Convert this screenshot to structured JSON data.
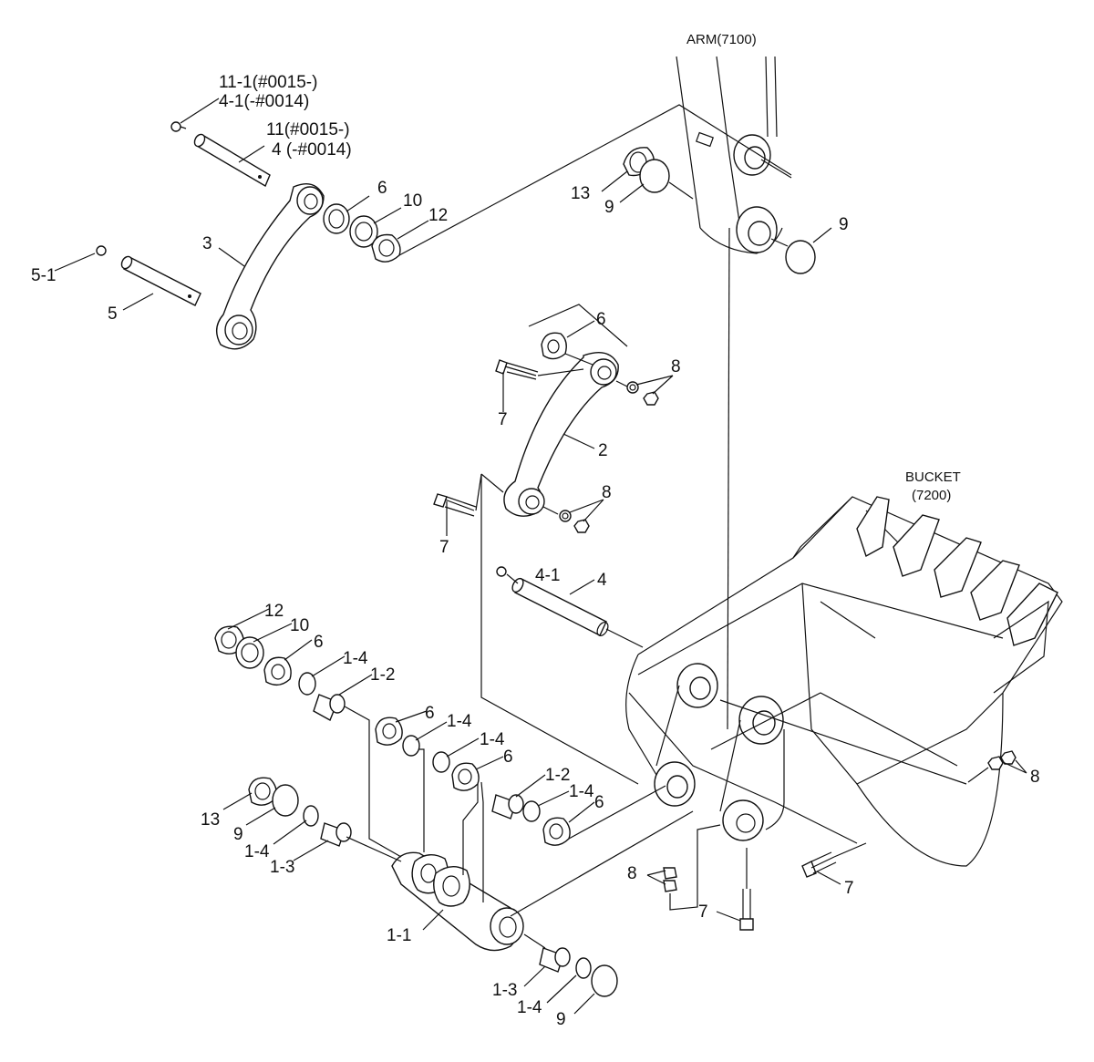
{
  "headers": {
    "arm": "ARM(7100)",
    "bucket_line1": "BUCKET",
    "bucket_line2": "(7200)"
  },
  "callouts": {
    "c_11_1": "11-1(#0015-)",
    "c_4_1_range": "4-1(-#0014)",
    "c_11": "11(#0015-)",
    "c_4_range": "4 (-#0014)",
    "c_6_top": "6",
    "c_10_top": "10",
    "c_12_top": "12",
    "c_13_top": "13",
    "c_9_arm_left": "9",
    "c_9_arm_right": "9",
    "c_3": "3",
    "c_5_1": "5-1",
    "c_5": "5",
    "c_6_mid": "6",
    "c_8_upper": "8",
    "c_7_upper": "7",
    "c_2": "2",
    "c_8_mid": "8",
    "c_7_mid": "7",
    "c_4_1": "4-1",
    "c_4": "4",
    "c_12_low": "12",
    "c_10_low": "10",
    "c_6_low": "6",
    "c_1_4_a": "1-4",
    "c_1_2_a": "1-2",
    "c_6_b": "6",
    "c_1_4_b": "1-4",
    "c_1_4_c": "1-4",
    "c_6_c": "6",
    "c_1_2_b": "1-2",
    "c_1_4_d": "1-4",
    "c_6_d": "6",
    "c_13_low": "13",
    "c_9_low": "9",
    "c_1_4_e": "1-4",
    "c_1_3_a": "1-3",
    "c_1_1": "1-1",
    "c_1_3_b": "1-3",
    "c_1_4_f": "1-4",
    "c_9_bottom": "9",
    "c_8_bucket": "8",
    "c_8_low": "8",
    "c_7_bucket": "7",
    "c_7_low": "7"
  }
}
